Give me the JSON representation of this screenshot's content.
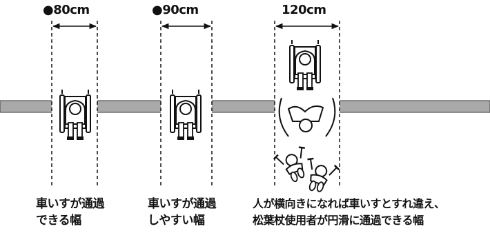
{
  "columns": [
    {
      "width_label": "●80cm",
      "caption_lines": [
        "車いすが通過",
        "できる幅"
      ]
    },
    {
      "width_label": "●90cm",
      "caption_lines": [
        "車いすが通過",
        "しやすい幅"
      ]
    },
    {
      "width_label": "120cm",
      "caption_lines": [
        "人が横向きになれば車いすとすれ違え、",
        "松葉杖使用者が円滑に通過できる幅"
      ]
    }
  ]
}
